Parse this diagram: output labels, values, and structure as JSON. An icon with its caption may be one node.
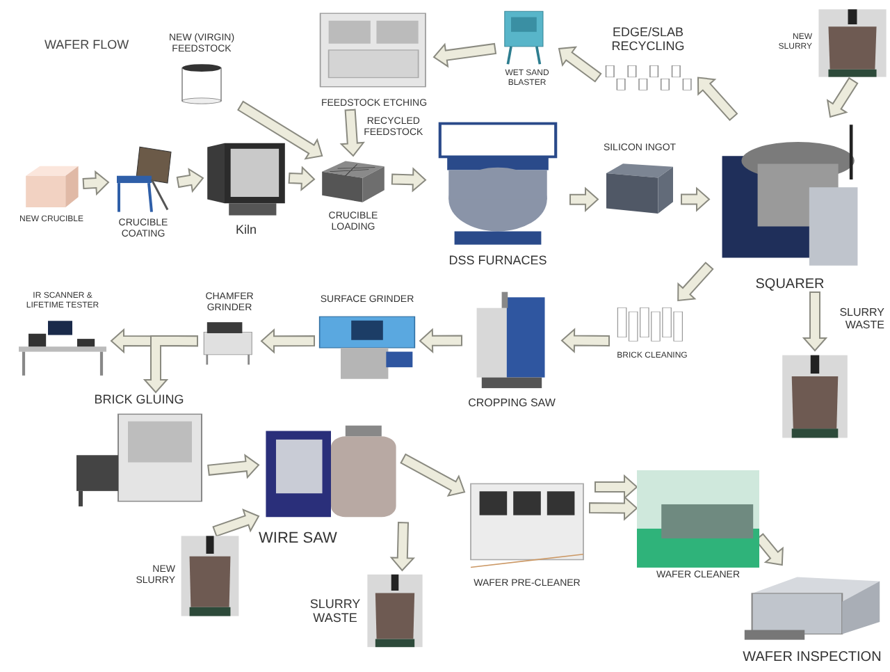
{
  "diagram": {
    "nodes": [
      {
        "text": [
          "NEW CRUCIBLE"
        ]
      },
      {
        "text": [
          "CRUCIBLE COATING"
        ]
      },
      {
        "text": [
          "Kiln"
        ]
      },
      {
        "text": [
          "NEW (VIRGIN) FEEDSTOCK"
        ]
      },
      {
        "text": [
          "FEEDSTOCK ETCHING"
        ]
      },
      {
        "text": [
          "CRUCIBLE LOADING"
        ]
      },
      {
        "text": [
          "DSS FURNACES"
        ]
      },
      {
        "text": [
          "WET SAND BLASTER"
        ]
      },
      {
        "text": [
          "EDGE/SLAB RECYCLING"
        ]
      },
      {
        "text": [
          "NEW SLURRY"
        ]
      },
      {
        "text": [
          "SILICON INGOT"
        ]
      },
      {
        "text": [
          "SQUARER"
        ]
      },
      {
        "text": [
          "BRICK CLEANING"
        ]
      },
      {
        "text": [
          "SLURRY WASTE"
        ]
      },
      {
        "text": [
          "CROPPING SAW"
        ]
      },
      {
        "text": [
          "SURFACE GRINDER"
        ]
      },
      {
        "text": [
          "CHAMFER GRINDER"
        ]
      },
      {
        "text": [
          "IR SCANNER & LIFETIME TESTER"
        ]
      },
      {
        "text": [
          "BRICK GLUING"
        ]
      },
      {
        "text": [
          "WIRE SAW"
        ]
      },
      {
        "text": [
          "NEW SLURRY"
        ]
      },
      {
        "text": [
          "SLURRY WASTE"
        ]
      },
      {
        "text": [
          "WAFER PRE-CLEANER"
        ]
      },
      {
        "text": [
          "WAFER CLEANER"
        ]
      },
      {
        "text": [
          "WAFER INSPECTION"
        ]
      }
    ],
    "edges": [
      {
        "from": 0,
        "to": 1,
        "arrow": "to"
      },
      {
        "from": 1,
        "to": 2,
        "arrow": "to"
      },
      {
        "from": 2,
        "to": 5,
        "arrow": "to"
      },
      {
        "from": 3,
        "to": 5,
        "arrow": "to"
      },
      {
        "from": 4,
        "to": 5,
        "arrow": "to",
        "label": "RECYCLED FEEDSTOCK"
      },
      {
        "from": 7,
        "to": 4,
        "arrow": "to"
      },
      {
        "from": 8,
        "to": 7,
        "arrow": "to"
      },
      {
        "from": 11,
        "to": 8,
        "arrow": "to"
      },
      {
        "from": 9,
        "to": 11,
        "arrow": "to"
      },
      {
        "from": 5,
        "to": 6,
        "arrow": "to"
      },
      {
        "from": 6,
        "to": 10,
        "arrow": "to"
      },
      {
        "from": 10,
        "to": 11,
        "arrow": "to"
      },
      {
        "from": 11,
        "to": 12,
        "arrow": "to"
      },
      {
        "from": 11,
        "to": 13,
        "arrow": "to"
      },
      {
        "from": 12,
        "to": 14,
        "arrow": "to"
      },
      {
        "from": 14,
        "to": 15,
        "arrow": "to"
      },
      {
        "from": 15,
        "to": 16,
        "arrow": "to"
      },
      {
        "from": 16,
        "to": 17,
        "arrow": "to"
      },
      {
        "from": 16,
        "to": 18,
        "arrow": "to"
      },
      {
        "from": 18,
        "to": 19,
        "arrow": "to"
      },
      {
        "from": 20,
        "to": 19,
        "arrow": "to"
      },
      {
        "from": 19,
        "to": 21,
        "arrow": "to"
      },
      {
        "from": 19,
        "to": 22,
        "arrow": "to"
      },
      {
        "from": 22,
        "to": 23,
        "arrow": "to"
      },
      {
        "from": null,
        "to": 23,
        "arrow": "to"
      },
      {
        "from": 23,
        "to": 24,
        "arrow": "to"
      }
    ],
    "labels": [
      "WAFER FLOW"
    ]
  }
}
